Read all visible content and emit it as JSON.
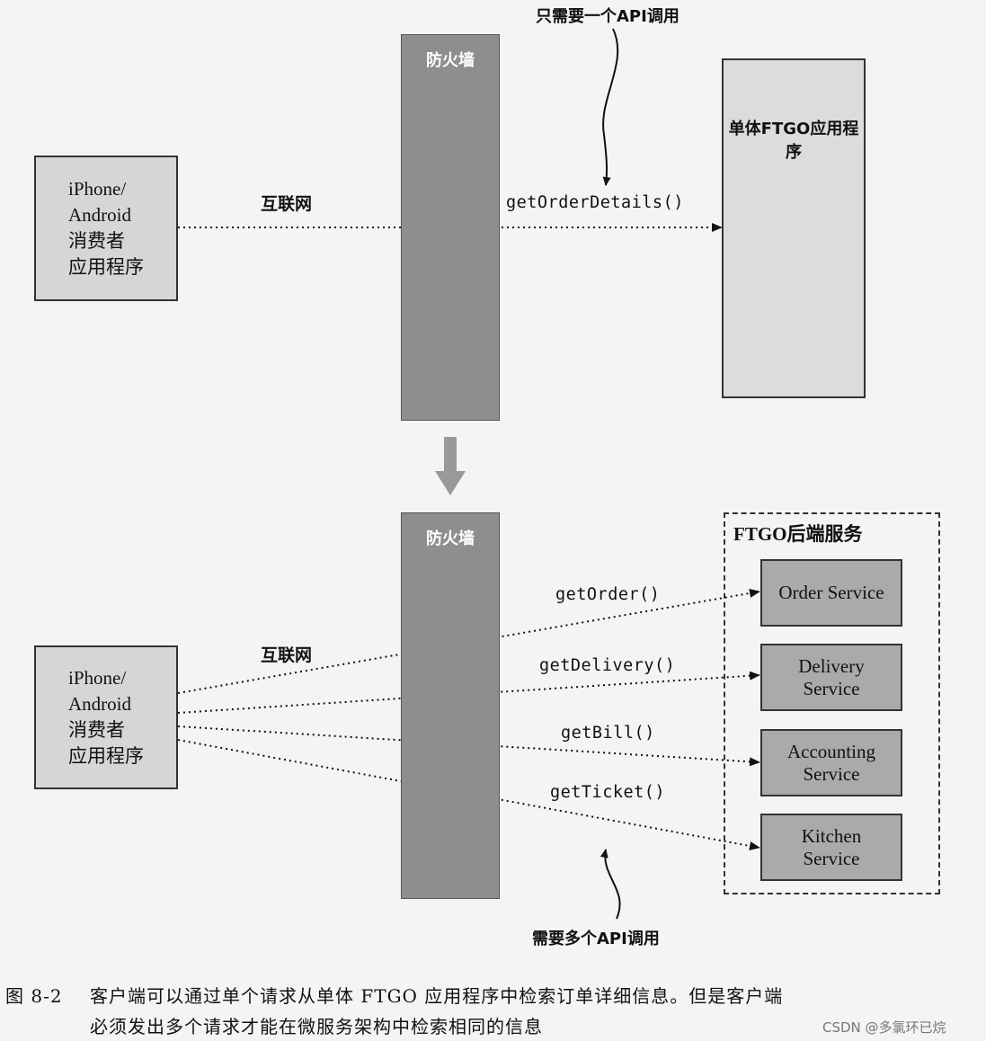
{
  "top": {
    "client_label": "iPhone/\nAndroid\n消费者\n应用程序",
    "internet_label": "互联网",
    "firewall_label": "防火墙",
    "call_label": "getOrderDetails()",
    "monolith_label": "单体FTGO应用程序",
    "annotation": "只需要一个API调用"
  },
  "bottom": {
    "client_label": "iPhone/\nAndroid\n消费者\n应用程序",
    "internet_label": "互联网",
    "firewall_label": "防火墙",
    "backend_title": "FTGO后端服务",
    "calls": [
      "getOrder()",
      "getDelivery()",
      "getBill()",
      "getTicket()"
    ],
    "services": [
      "Order Service",
      "Delivery\nService",
      "Accounting\nService",
      "Kitchen\nService"
    ],
    "annotation": "需要多个API调用"
  },
  "caption": {
    "number": "图 8-2",
    "line1": "客户端可以通过单个请求从单体 FTGO 应用程序中检索订单详细信息。但是客户端",
    "line2": "必须发出多个请求才能在微服务架构中检索相同的信息"
  },
  "watermark": "CSDN @多氯环已烷",
  "colors": {
    "client_fill": "#d6d6d6",
    "firewall_fill": "#8e8e8e",
    "monolith_fill": "#dcdcdc",
    "service_fill": "#aaaaaa",
    "transition_arrow": "#999999"
  }
}
